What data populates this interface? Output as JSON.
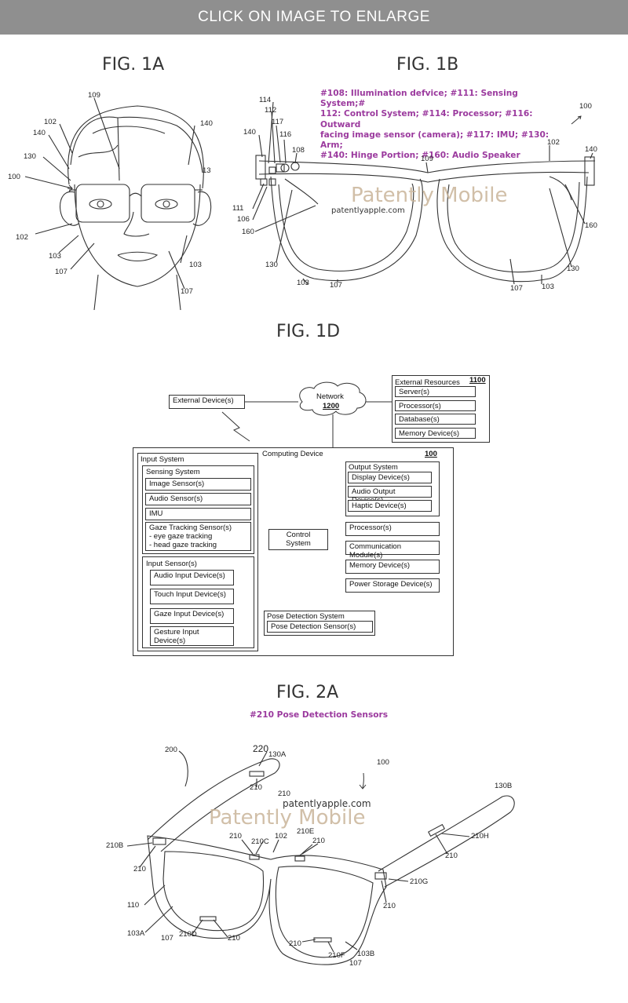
{
  "header": {
    "label": "CLICK ON IMAGE TO ENLARGE"
  },
  "fig1a": {
    "title": "FIG. 1A",
    "labels": {
      "l109": "109",
      "l102a": "102",
      "l140a": "140",
      "l130": "130",
      "l140b": "140",
      "l13": "13",
      "l100": "100",
      "l102b": "102",
      "l103a": "103",
      "l107a": "107",
      "l103b": "103",
      "l107b": "107"
    }
  },
  "fig1b": {
    "title": "FIG. 1B",
    "note": [
      "#108: Illumination defvice; #111: Sensing System;#",
      "112: Control System; #114: Processor; #116: Outward",
      "facing image sensor (camera); #117: IMU; #130: Arm;",
      "#140: Hinge Portion; #160: Audio Speaker"
    ],
    "watermark": "Patently Mobile",
    "url": "patentlyapple.com",
    "labels": {
      "l114": "114",
      "l112": "112",
      "l117": "117",
      "l116": "116",
      "l140a": "140",
      "l108": "108",
      "l109": "109",
      "l100": "100",
      "l102": "102",
      "l140b": "140",
      "l111": "111",
      "l106": "106",
      "l160a": "160",
      "l130a": "130",
      "l103a": "103",
      "l107a": "107",
      "l160b": "160",
      "l130b": "130",
      "l107b": "107",
      "l103b": "103"
    }
  },
  "fig1d": {
    "title": "FIG. 1D",
    "external_device": "External Device(s)",
    "network": {
      "label": "Network",
      "number": "1200"
    },
    "external_resources": {
      "title": "External Resources",
      "number": "1100",
      "items": [
        "Server(s)",
        "Processor(s)",
        "Database(s)",
        "Memory Device(s)"
      ]
    },
    "computing_device": {
      "title": "Computing Device",
      "number": "100"
    },
    "input_system": {
      "title": "Input System",
      "sensing_system": {
        "title": "Sensing System",
        "items": [
          "Image Sensor(s)",
          "Audio Sensor(s)",
          "IMU"
        ],
        "gaze": [
          "Gaze Tracking Sensor(s)",
          "- eye gaze tracking",
          "- head gaze tracking"
        ]
      },
      "input_sensor": {
        "title": "Input Sensor(s)",
        "items": [
          "Audio Input Device(s)",
          "Touch Input Device(s)",
          "Gaze Input Device(s)"
        ],
        "gesture": [
          "Gesture Input",
          "Device(s)"
        ]
      }
    },
    "control_system": [
      "Control",
      "System"
    ],
    "output_system": {
      "title": "Output System",
      "items": [
        "Display Device(s)",
        "Audio Output Device(s)",
        "Haptic Device(s)"
      ]
    },
    "right_items": [
      "Processor(s)",
      "Communication Module(s)",
      "Memory Device(s)",
      "Power Storage Device(s)"
    ],
    "pose": {
      "title": "Pose Detection System",
      "item": "Pose Detection Sensor(s)"
    }
  },
  "fig2a": {
    "title": "FIG. 2A",
    "note": "#210 Pose Detection Sensors",
    "watermark": "Patently Mobile",
    "url": "patentlyapple.com",
    "labels": {
      "l200": "200",
      "l220": "220",
      "l130A": "130A",
      "l210a": "210",
      "l100": "100",
      "l130B": "130B",
      "l210b": "210",
      "l210c": "210",
      "l210C": "210C",
      "l102": "102",
      "l210E": "210E",
      "l210d": "210",
      "l210B": "210B",
      "l210H": "210H",
      "l210e": "210",
      "l210f": "210",
      "l210G": "210G",
      "l110": "110",
      "l210g": "210",
      "l103A": "103A",
      "l107": "107",
      "l210D": "210D",
      "l210h": "210",
      "l210i": "210",
      "l210F": "210F",
      "l107b": "107",
      "l103B": "103B"
    }
  }
}
